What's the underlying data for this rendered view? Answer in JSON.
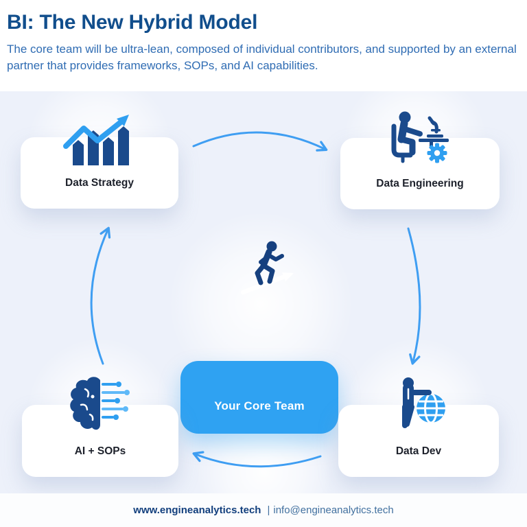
{
  "header": {
    "title": "BI: The New Hybrid Model",
    "subtitle": "The core team will be ultra-lean, composed of individual contributors, and supported by an external partner that provides frameworks, SOPs, and AI capabilities."
  },
  "diagram": {
    "center": {
      "label": "Your Core Team",
      "icon": "runner-growth-arrow-icon"
    },
    "nodes": [
      {
        "label": "Data Strategy",
        "icon": "growth-bar-chart-icon",
        "position": "top-left"
      },
      {
        "label": "Data Engineering",
        "icon": "engineer-workstation-icon",
        "position": "top-right"
      },
      {
        "label": "Data Dev",
        "icon": "person-with-globe-icon",
        "position": "bottom-right"
      },
      {
        "label": "AI + SOPs",
        "icon": "ai-brain-circuit-icon",
        "position": "bottom-left"
      }
    ],
    "arrows": [
      {
        "from": "Data Strategy",
        "to": "Data Engineering"
      },
      {
        "from": "Data Engineering",
        "to": "Data Dev"
      },
      {
        "from": "Data Dev",
        "to": "AI + SOPs"
      },
      {
        "from": "AI + SOPs",
        "to": "Data Strategy"
      }
    ]
  },
  "footer": {
    "website": "www.engineanalytics.tech",
    "separator": "|",
    "email": "info@engineanalytics.tech"
  },
  "colors": {
    "header_background": "#ffffff",
    "canvas_background": "#edf1fa",
    "title_text": "#114e8c",
    "subtitle_text": "#2f6cb3",
    "card_background": "#ffffff",
    "card_text": "#1d212b",
    "center_fill": "#2fa2f2",
    "center_text": "#ffffff",
    "arrow_blue": "#3f9ef2",
    "icon_navy": "#1a4a8c",
    "icon_accent_blue": "#2f9ff0",
    "footer_site_text": "#123f7d",
    "footer_email_text": "#41709f"
  }
}
